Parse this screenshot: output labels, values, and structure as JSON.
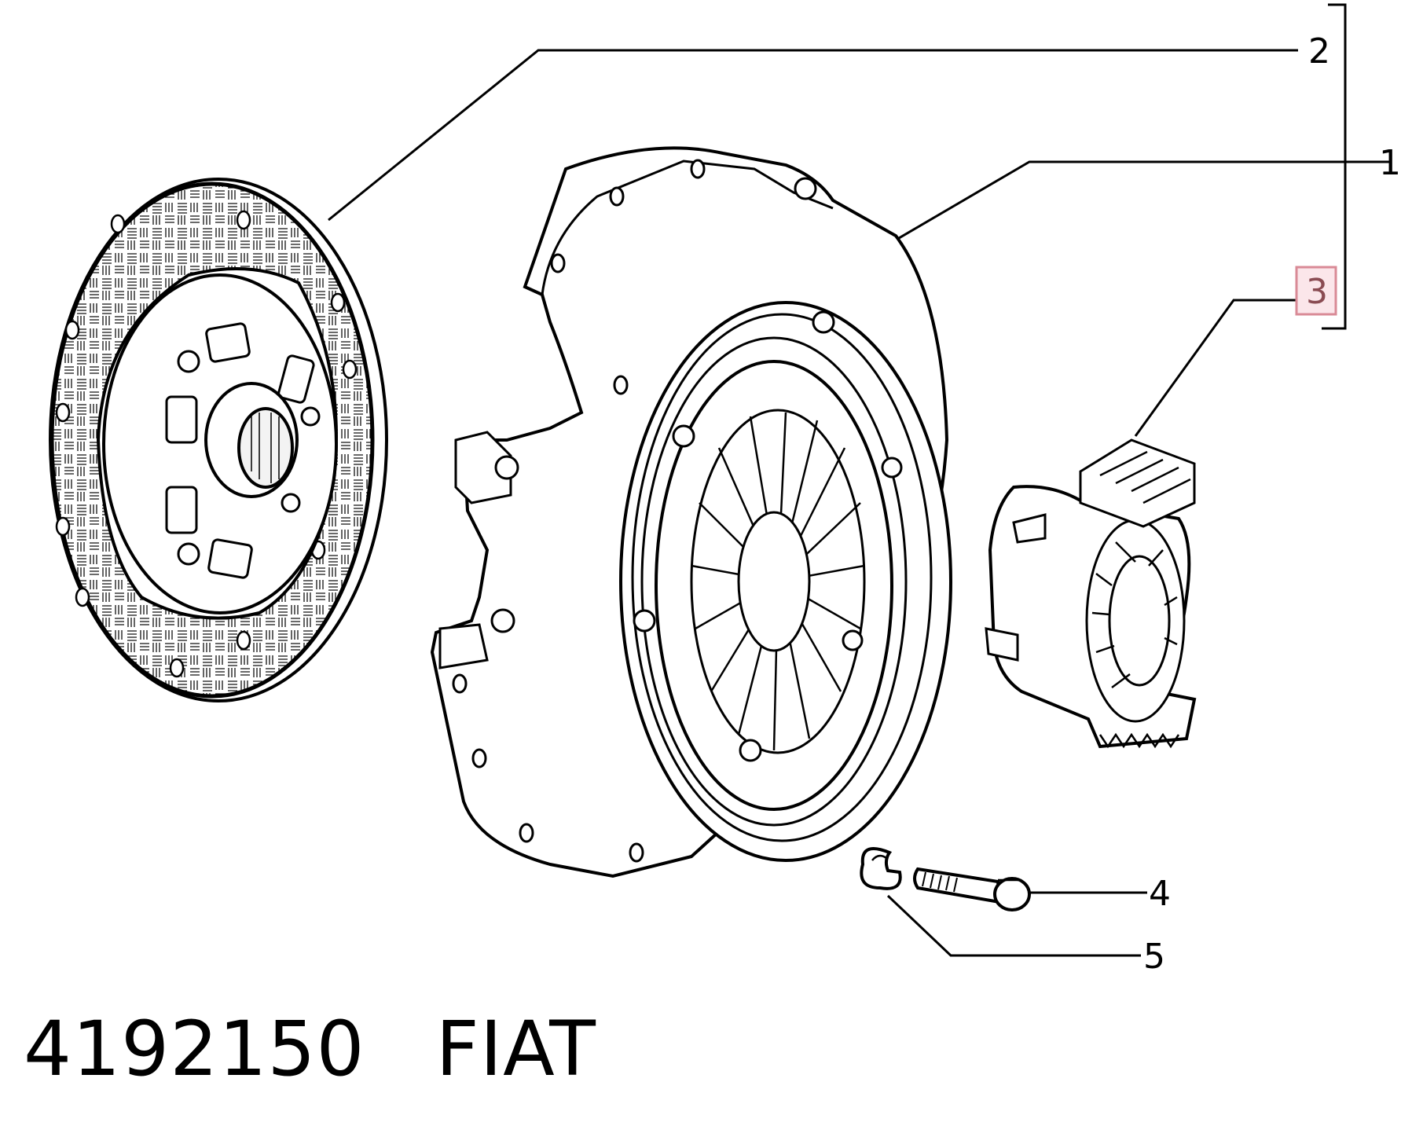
{
  "callouts": {
    "part_1": "1",
    "part_2": "2",
    "part_3": "3",
    "part_4": "4",
    "part_5": "5"
  },
  "highlight": {
    "callout": "3",
    "border_color": "#d98a96",
    "fill_color": "#fbe6ea",
    "text_color": "#8a4b52"
  },
  "footer": {
    "part_number": "4192150",
    "brand": "FIAT"
  }
}
